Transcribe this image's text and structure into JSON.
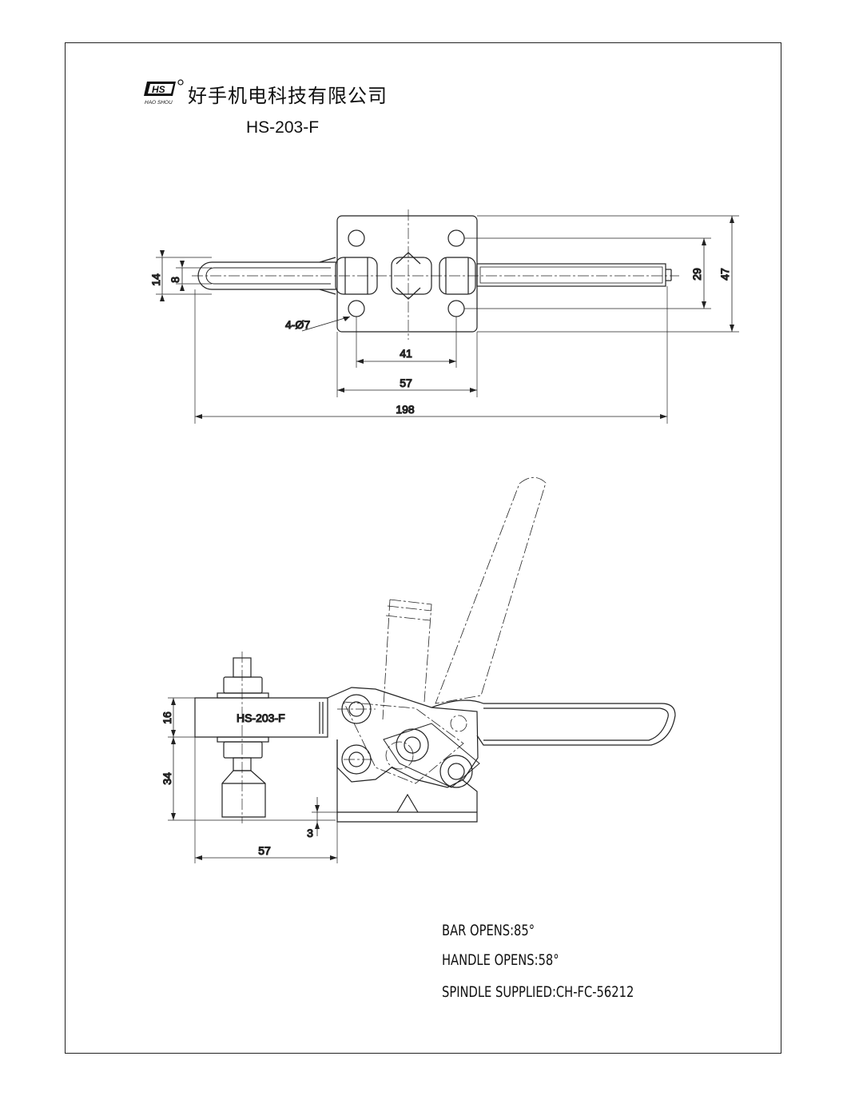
{
  "header": {
    "company_name": "好手机电科技有限公司",
    "logo_text": "HS",
    "logo_subtext": "HAO SHOU",
    "model": "HS-203-F"
  },
  "top_view": {
    "dims": {
      "d14": "14",
      "d8": "8",
      "d29": "29",
      "d47": "47",
      "d41": "41",
      "d57": "57",
      "d198": "198",
      "holes": "4-Ø7"
    }
  },
  "side_view": {
    "arm_label": "HS-203-F",
    "dims": {
      "d16": "16",
      "d34": "34",
      "d3": "3",
      "d57": "57"
    }
  },
  "specs": {
    "bar_opens": "BAR OPENS:85°",
    "handle_opens": "HANDLE OPENS:58°",
    "spindle": "SPINDLE SUPPLIED:CH-FC-56212"
  }
}
